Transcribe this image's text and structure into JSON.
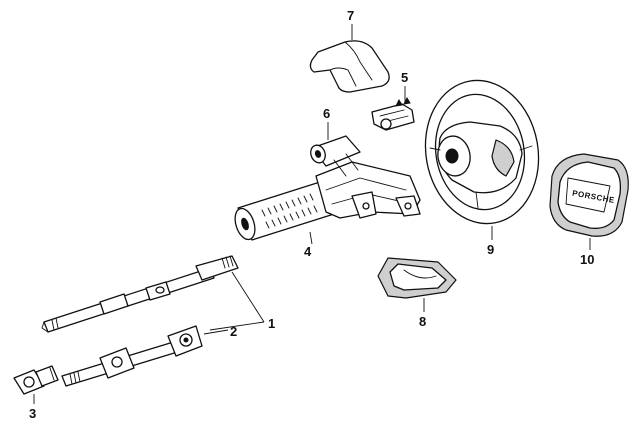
{
  "callouts": {
    "c1": "1",
    "c2": "2",
    "c3": "3",
    "c4": "4",
    "c5": "5",
    "c6": "6",
    "c7": "7",
    "c8": "8",
    "c9": "9",
    "c10": "10"
  },
  "emblem_text": "PORSCHE"
}
